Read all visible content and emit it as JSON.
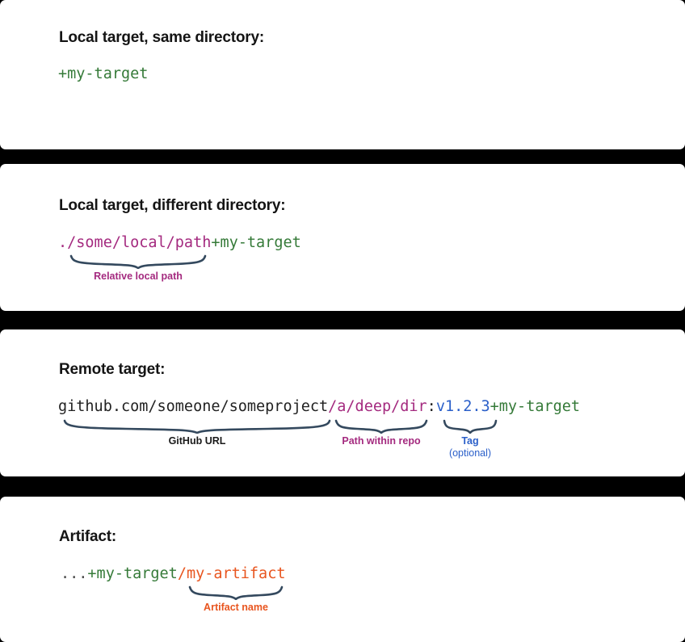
{
  "panels": [
    {
      "heading": "Local target, same directory:",
      "code_segments": [
        {
          "text": "+my-target",
          "color": "#357a38",
          "role": "target"
        }
      ],
      "annotations": []
    },
    {
      "heading": "Local target, different directory:",
      "code_segments": [
        {
          "text": "./some/local/path",
          "color": "#a42a7f",
          "role": "relative-path"
        },
        {
          "text": "+my-target",
          "color": "#357a38",
          "role": "target"
        }
      ],
      "annotations": [
        {
          "label": "Relative local path",
          "sublabel": "",
          "color": "#a42a7f"
        }
      ]
    },
    {
      "heading": "Remote target:",
      "code_segments": [
        {
          "text": "github.com/someone/someproject",
          "color": "#222222",
          "role": "github-url"
        },
        {
          "text": "/a/deep/dir",
          "color": "#a42a7f",
          "role": "repo-path"
        },
        {
          "text": ":",
          "color": "#222222",
          "role": "separator"
        },
        {
          "text": "v1.2.3",
          "color": "#2a5fc9",
          "role": "tag"
        },
        {
          "text": "+my-target",
          "color": "#357a38",
          "role": "target"
        }
      ],
      "annotations": [
        {
          "label": "GitHub URL",
          "sublabel": "",
          "color": "#1a1a1a"
        },
        {
          "label": "Path within repo",
          "sublabel": "",
          "color": "#a42a7f"
        },
        {
          "label": "Tag",
          "sublabel": "(optional)",
          "color": "#2a5fc9"
        }
      ]
    },
    {
      "heading": "Artifact:",
      "code_segments": [
        {
          "text": "...",
          "color": "#4a4a4a",
          "role": "ellipsis"
        },
        {
          "text": "+my-target",
          "color": "#357a38",
          "role": "target"
        },
        {
          "text": "/my-artifact",
          "color": "#e8551f",
          "role": "artifact-name"
        }
      ],
      "annotations": [
        {
          "label": "Artifact name",
          "sublabel": "",
          "color": "#e8551f"
        }
      ]
    }
  ],
  "colors": {
    "brace": "#34495e",
    "background": "#000000",
    "panel": "#ffffff",
    "green": "#357a38",
    "magenta": "#a42a7f",
    "blue": "#2a5fc9",
    "orange": "#e8551f"
  }
}
